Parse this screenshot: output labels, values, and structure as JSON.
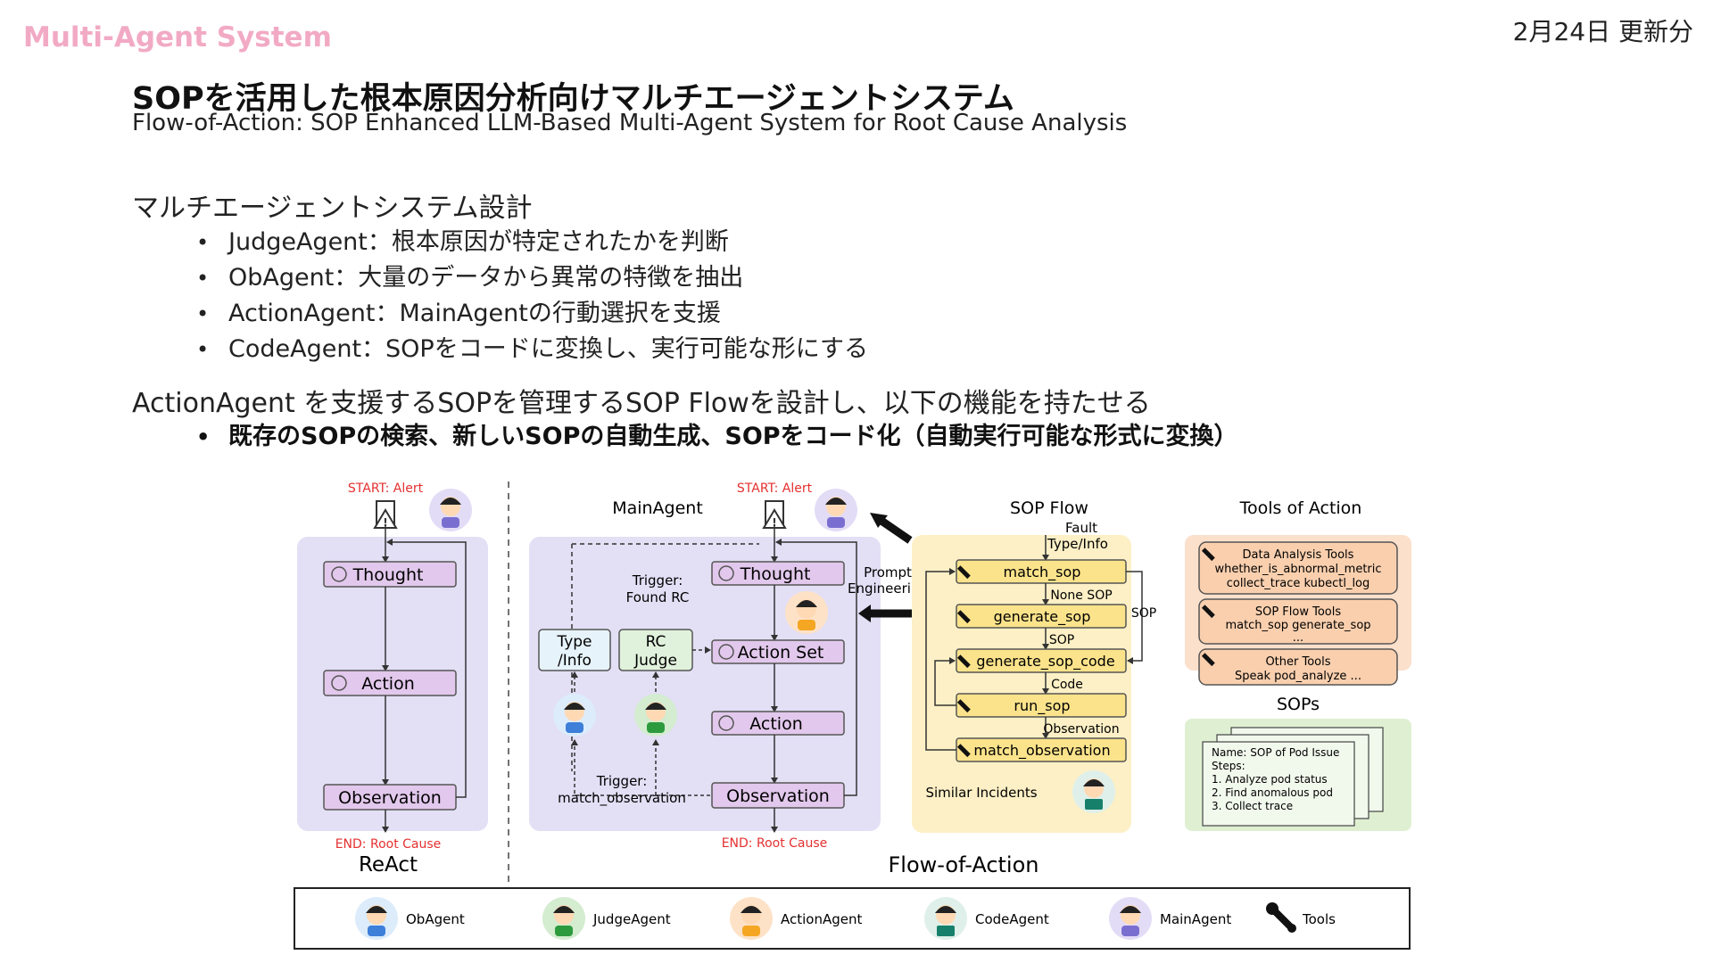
{
  "header": {
    "brand": "Multi-Agent System",
    "date": "2月24日 更新分",
    "title": "SOPを活用した根本原因分析向けマルチエージェントシステム",
    "subtitle": "Flow-of-Action: SOP Enhanced LLM-Based Multi-Agent System for Root Cause Analysis"
  },
  "section1": {
    "heading": "マルチエージェントシステム設計",
    "bullets": [
      "JudgeAgent：根本原因が特定されたかを判断",
      "ObAgent：大量のデータから異常の特徴を抽出",
      "ActionAgent：MainAgentの行動選択を支援",
      "CodeAgent：SOPをコードに変換し、実行可能な形にする"
    ]
  },
  "section2": {
    "heading": "ActionAgent を支援するSOPを管理するSOP Flowを設計し、以下の機能を持たせる",
    "bullets": [
      "既存のSOPの検索、新しいSOPの自動生成、SOPをコード化（自動実行可能な形式に変換）"
    ]
  },
  "colors": {
    "brand": "#f2aac4",
    "agent_panel": "#e3dff5",
    "step_box": "#e2c8ec",
    "sop_panel": "#fdf0c6",
    "sop_step": "#fbe38b",
    "tools_panel": "#fbe0cc",
    "tool_box": "#f9cfae",
    "sops_panel": "#dff0d2",
    "alert_red": "#e53030"
  },
  "figure": {
    "react": {
      "start": "START: Alert",
      "steps": [
        "Thought",
        "Action",
        "Observation"
      ],
      "end": "END: Root Cause",
      "caption": "ReAct"
    },
    "flow": {
      "start": "START: Alert",
      "main_label": "MainAgent",
      "trigger_top": [
        "Trigger:",
        "Found RC"
      ],
      "steps": [
        "Thought",
        "Action Set",
        "Action",
        "Observation"
      ],
      "type_info": [
        "Type",
        "/Info"
      ],
      "rc_judge": [
        "RC",
        "Judge"
      ],
      "trigger_bottom": [
        "Trigger:",
        "match_observation"
      ],
      "prompt": [
        "Prompt",
        "Engineering"
      ],
      "end": "END: Root Cause",
      "caption": "Flow-of-Action"
    },
    "sop_flow": {
      "title": "SOP  Flow",
      "input": [
        "Fault",
        "Type/Info"
      ],
      "steps": [
        "match_sop",
        "generate_sop",
        "generate_sop_code",
        "run_sop",
        "match_observation"
      ],
      "edges": [
        "None SOP",
        "SOP",
        "Code",
        "Observation"
      ],
      "side": "SOP",
      "similar": "Similar Incidents"
    },
    "tools": {
      "title": "Tools of Action",
      "groups": [
        {
          "name": "Data Analysis Tools",
          "items": [
            "whether_is_abnormal_metric",
            "collect_trace  kubectl_log"
          ]
        },
        {
          "name": "SOP Flow Tools",
          "items": [
            "match_sop generate_sop",
            "..."
          ]
        },
        {
          "name": "Other Tools",
          "items": [
            "Speak  pod_analyze ..."
          ]
        }
      ]
    },
    "sops": {
      "title": "SOPs",
      "lines": [
        "Name: SOP of Pod Issue",
        "Steps:",
        "1. Analyze pod status",
        "2. Find anomalous pod",
        "3. Collect trace"
      ]
    },
    "legend": [
      "ObAgent",
      "JudgeAgent",
      "ActionAgent",
      "CodeAgent",
      "MainAgent",
      "Tools"
    ]
  }
}
